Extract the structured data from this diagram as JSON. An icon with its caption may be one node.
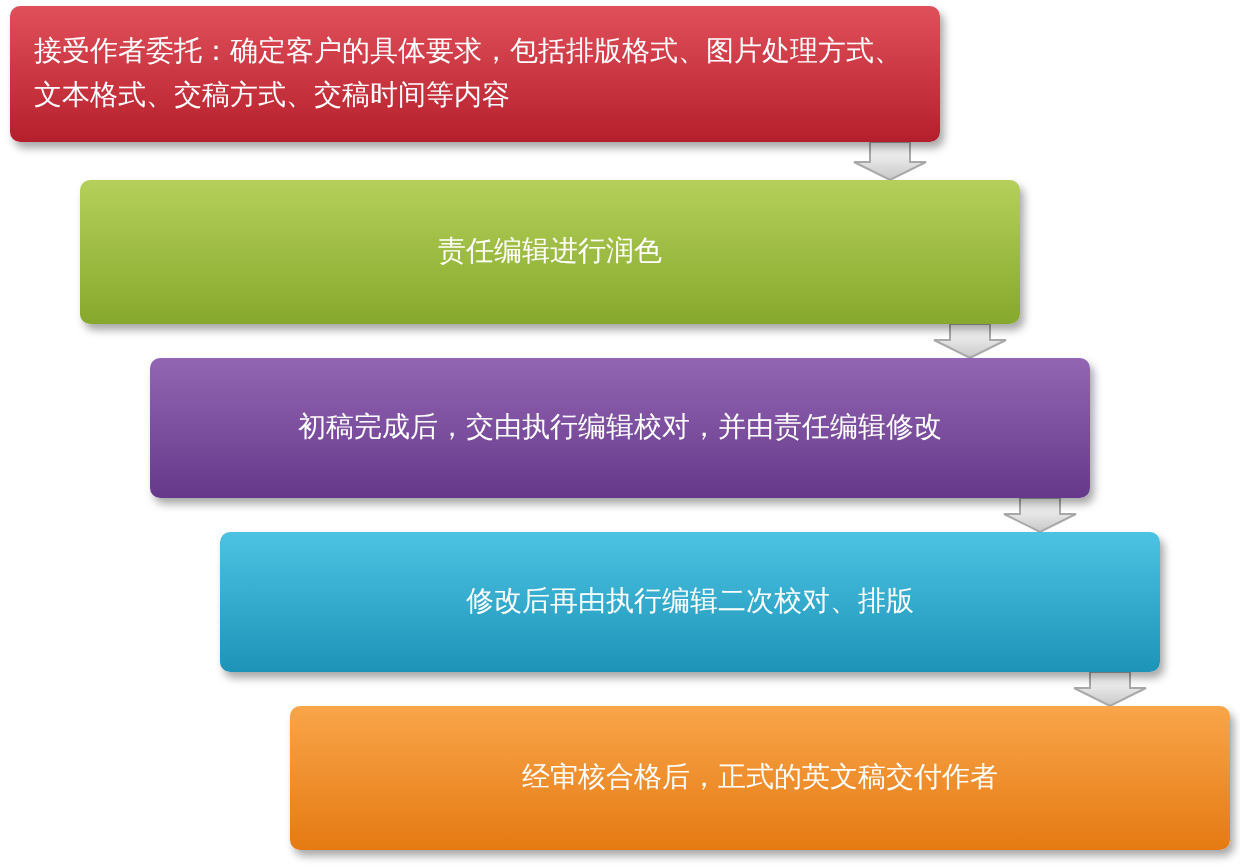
{
  "diagram": {
    "nodes": [
      {
        "text": [
          "接受作者委托：确定客户的具体要求，包括排版格式、图片处理方式、文本格式、交稿方式、交稿时间等内容"
        ]
      },
      {
        "text": [
          "责任编辑进行润色"
        ]
      },
      {
        "text": [
          "初稿完成后，交由执行编辑校对，并由责任编辑修改"
        ]
      },
      {
        "text": [
          "修改后再由执行编辑二次校对、排版"
        ]
      },
      {
        "text": [
          "经审核合格后，正式的英文稿交付作者"
        ]
      }
    ],
    "edges": [
      {
        "from": 0,
        "to": 1,
        "arrow": "to"
      },
      {
        "from": 1,
        "to": 2,
        "arrow": "to"
      },
      {
        "from": 2,
        "to": 3,
        "arrow": "to"
      },
      {
        "from": 3,
        "to": 4,
        "arrow": "to"
      }
    ]
  }
}
